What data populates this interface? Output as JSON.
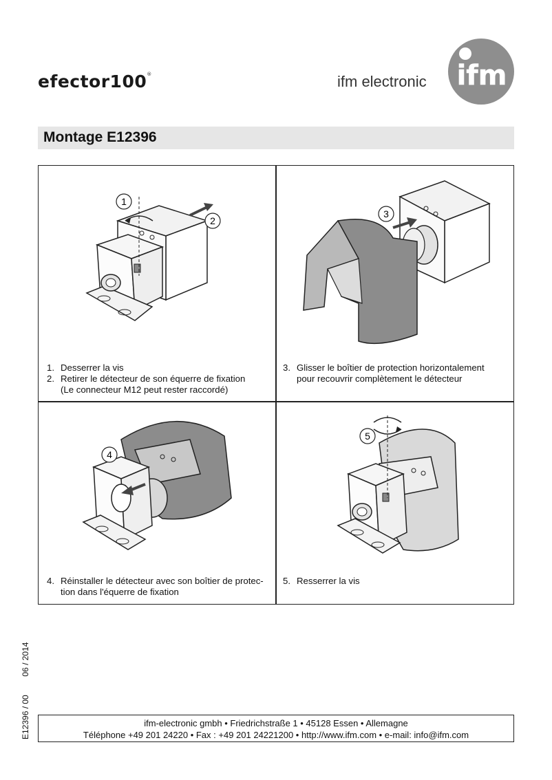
{
  "header": {
    "brand_left": "efector100",
    "brand_left_mark": "®",
    "brand_right": "ifm electronic",
    "logo_text": "ifm",
    "logo_mark": "®"
  },
  "title": "Montage E12396",
  "panels": [
    {
      "callouts": [
        "1",
        "2"
      ],
      "steps": [
        {
          "num": "1.",
          "text": "Desserrer la vis"
        },
        {
          "num": "2.",
          "text": "Retirer le détecteur de son équerre de fixation"
        }
      ],
      "note": "(Le connecteur M12 peut rester raccordé)"
    },
    {
      "callouts": [
        "3"
      ],
      "steps": [
        {
          "num": "3.",
          "text": "Glisser le boîtier de protection horizontalement"
        }
      ],
      "note": "pour recouvrir complètement le détecteur"
    },
    {
      "callouts": [
        "4"
      ],
      "steps": [
        {
          "num": "4.",
          "text": "Réinstaller le détecteur avec son boîtier de protec-"
        }
      ],
      "note": "tion dans l'équerre de fixation"
    },
    {
      "callouts": [
        "5"
      ],
      "steps": [
        {
          "num": "5.",
          "text": "Resserrer la vis"
        }
      ],
      "note": ""
    }
  ],
  "side_code": {
    "doc_number": "E12396 / 00",
    "date": "06 / 2014"
  },
  "footer": {
    "line1": "ifm-electronic gmbh • Friedrichstraße 1 • 45128 Essen • Allemagne",
    "line2": "Téléphone +49 201 24220 • Fax : +49 201 24221200  •  http://www.ifm.com  •  e-mail: info@ifm.com"
  }
}
